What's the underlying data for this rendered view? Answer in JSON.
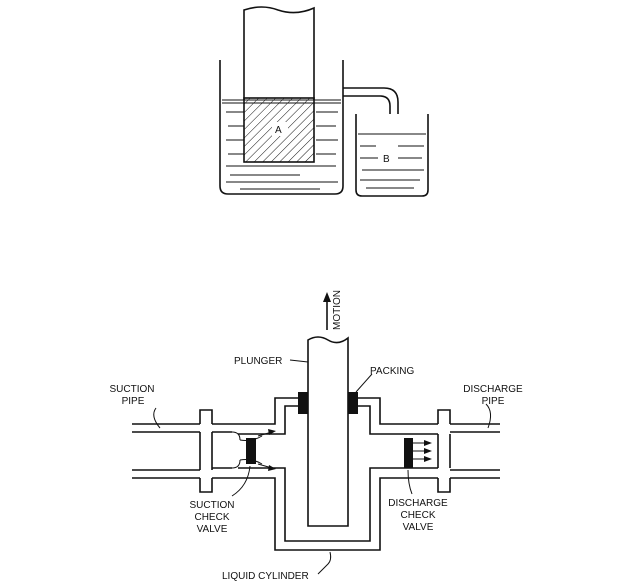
{
  "figure_top": {
    "label_a": "A",
    "label_b": "B"
  },
  "figure_bottom": {
    "motion": "MOTION",
    "plunger": "PLUNGER",
    "packing": "PACKING",
    "suction_pipe": [
      "SUCTION",
      "PIPE"
    ],
    "discharge_pipe": [
      "DISCHARGE",
      "PIPE"
    ],
    "suction_check_valve": [
      "SUCTION",
      "CHECK",
      "VALVE"
    ],
    "discharge_check_valve": [
      "DISCHARGE",
      "CHECK",
      "VALVE"
    ],
    "liquid_cylinder": "LIQUID CYLINDER"
  }
}
